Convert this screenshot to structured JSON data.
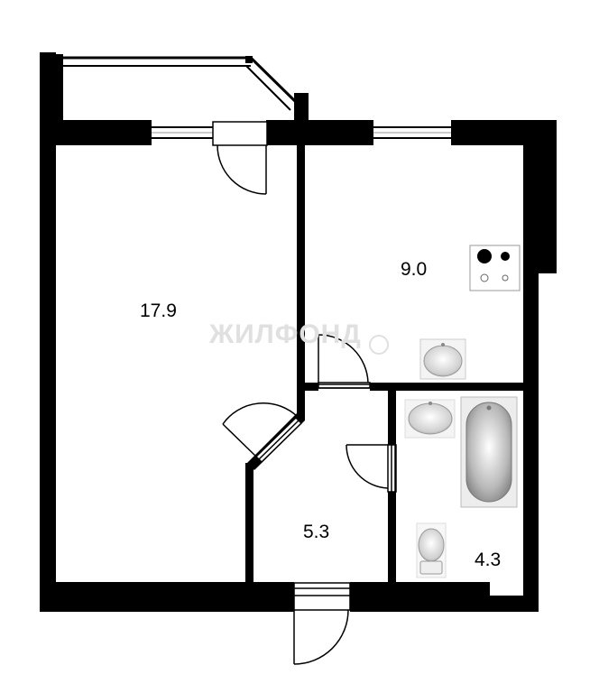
{
  "plan": {
    "rooms": [
      {
        "id": "living-room",
        "area": "17.9"
      },
      {
        "id": "kitchen",
        "area": "9.0"
      },
      {
        "id": "hallway",
        "area": "5.3"
      },
      {
        "id": "bathroom",
        "area": "4.3"
      }
    ],
    "watermark": "ЖИЛФОНД",
    "colors": {
      "wall": "#000000",
      "background": "#ffffff",
      "window_frame": "#888888",
      "fixture_gray": "#bdbdbd"
    },
    "icons": [
      "stove-icon",
      "sink-icon",
      "bathtub-icon",
      "toilet-icon",
      "door-swing-icon",
      "window-icon"
    ]
  }
}
